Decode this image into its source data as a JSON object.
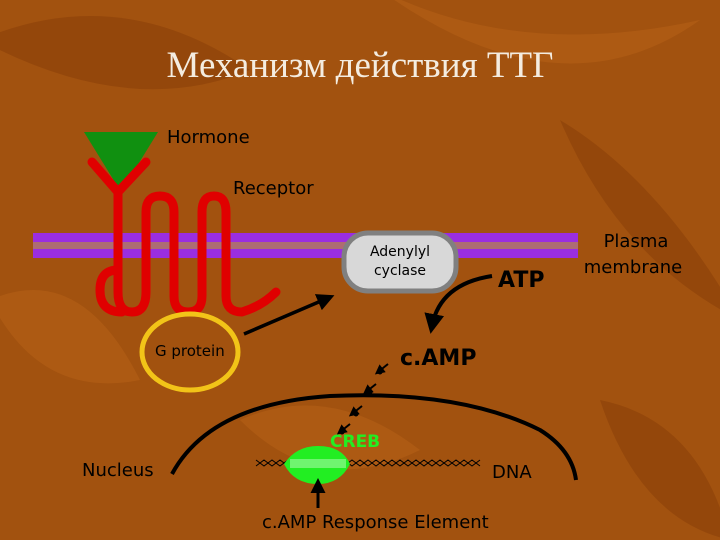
{
  "slide": {
    "title": "Механизм действия ТТГ"
  },
  "diagram": {
    "hormone": "Hormone",
    "receptor": "Receptor",
    "adenylyl_cyclase_line1": "Adenylyl",
    "adenylyl_cyclase_line2": "cyclase",
    "atp": "ATP",
    "plasma_membrane_line1": "Plasma",
    "plasma_membrane_line2": "membrane",
    "g_protein": "G protein",
    "camp": "c.AMP",
    "creb": "CREB",
    "nucleus": "Nucleus",
    "dna": "DNA",
    "camp_response_element": "c.AMP Response Element"
  },
  "colors": {
    "background": "#a2520f",
    "membrane": "#9a2ee0",
    "receptor": "#e00000",
    "hormone": "#109010",
    "g_protein": "#f2c418",
    "creb": "#22ee22",
    "title": "#f4ece0"
  }
}
